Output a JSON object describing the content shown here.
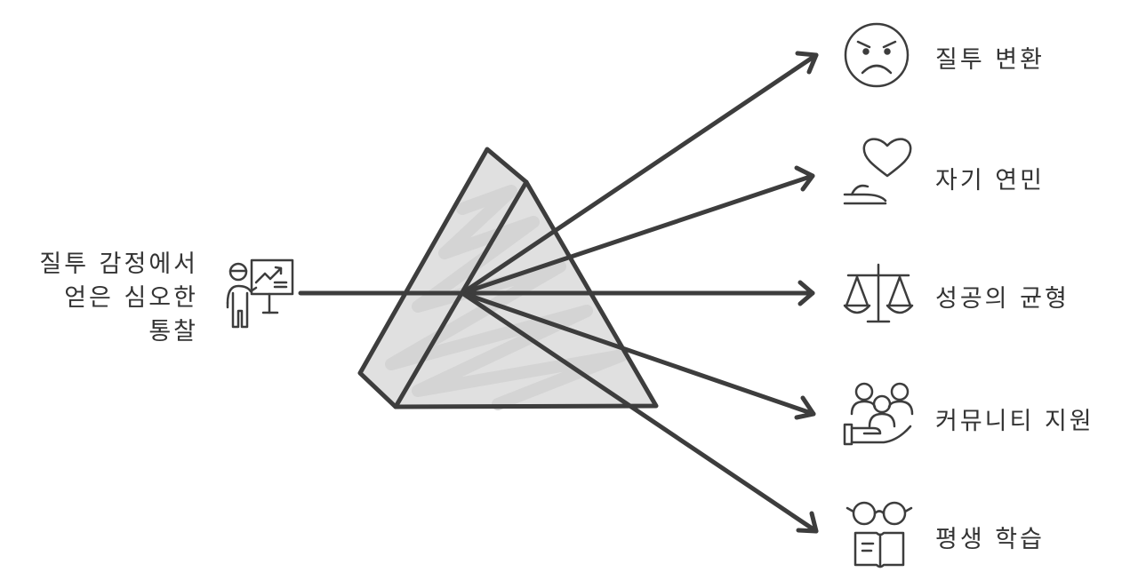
{
  "source": {
    "lines": [
      "질투 감정에서",
      "얻은 심오한",
      "통찰"
    ],
    "icon": "presenter-icon"
  },
  "outputs": [
    {
      "label": "질투 변환",
      "icon": "angry-face-icon"
    },
    {
      "label": "자기 연민",
      "icon": "hand-heart-icon"
    },
    {
      "label": "성공의 균형",
      "icon": "balance-scale-icon"
    },
    {
      "label": "커뮤니티 지원",
      "icon": "community-hand-icon"
    },
    {
      "label": "평생 학습",
      "icon": "reading-glasses-icon"
    }
  ],
  "colors": {
    "stroke": "#3d3d3d",
    "prism_fill": "#e0e0e0",
    "text": "#333333"
  }
}
